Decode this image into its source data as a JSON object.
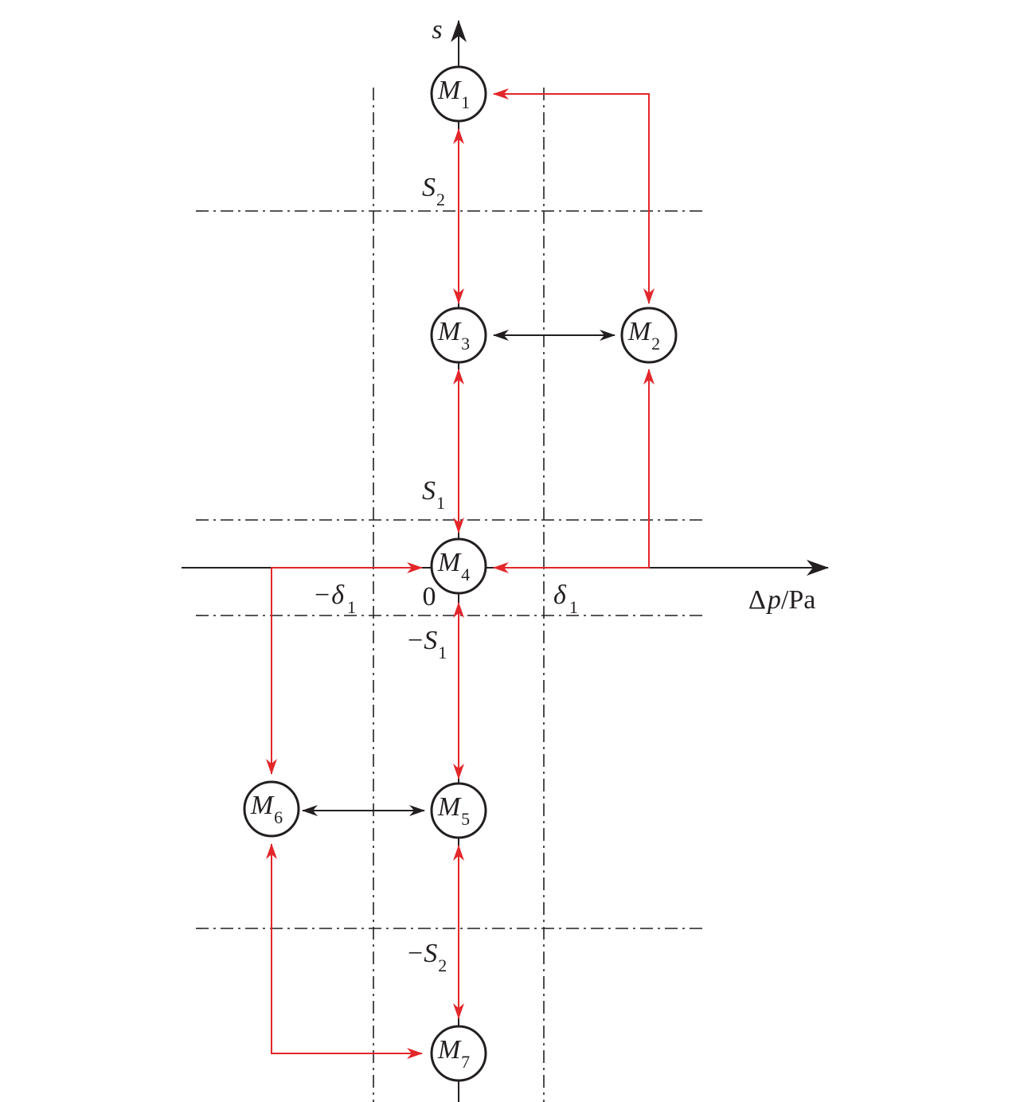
{
  "axes": {
    "vertical_symbol": "s",
    "horizontal_delta": "Δ",
    "horizontal_p": "p",
    "horizontal_unit": "/Pa",
    "origin": "0"
  },
  "thresholds": {
    "neg_delta1": {
      "sign": "−",
      "sym": "δ",
      "sub": "1"
    },
    "delta1": {
      "sign": "",
      "sym": "δ",
      "sub": "1"
    },
    "S2": {
      "sign": "",
      "sym": "S",
      "sub": "2"
    },
    "S1": {
      "sign": "",
      "sym": "S",
      "sub": "1"
    },
    "neg_S1": {
      "sign": "−",
      "sym": "S",
      "sub": "1"
    },
    "neg_S2": {
      "sign": "−",
      "sym": "S",
      "sub": "2"
    }
  },
  "modes": {
    "M1": {
      "sym": "M",
      "sub": "1"
    },
    "M2": {
      "sym": "M",
      "sub": "2"
    },
    "M3": {
      "sym": "M",
      "sub": "3"
    },
    "M4": {
      "sym": "M",
      "sub": "4"
    },
    "M5": {
      "sym": "M",
      "sub": "5"
    },
    "M6": {
      "sym": "M",
      "sub": "6"
    },
    "M7": {
      "sym": "M",
      "sub": "7"
    }
  },
  "colors": {
    "transition_red": "#e3262a",
    "ink": "#231f20"
  }
}
